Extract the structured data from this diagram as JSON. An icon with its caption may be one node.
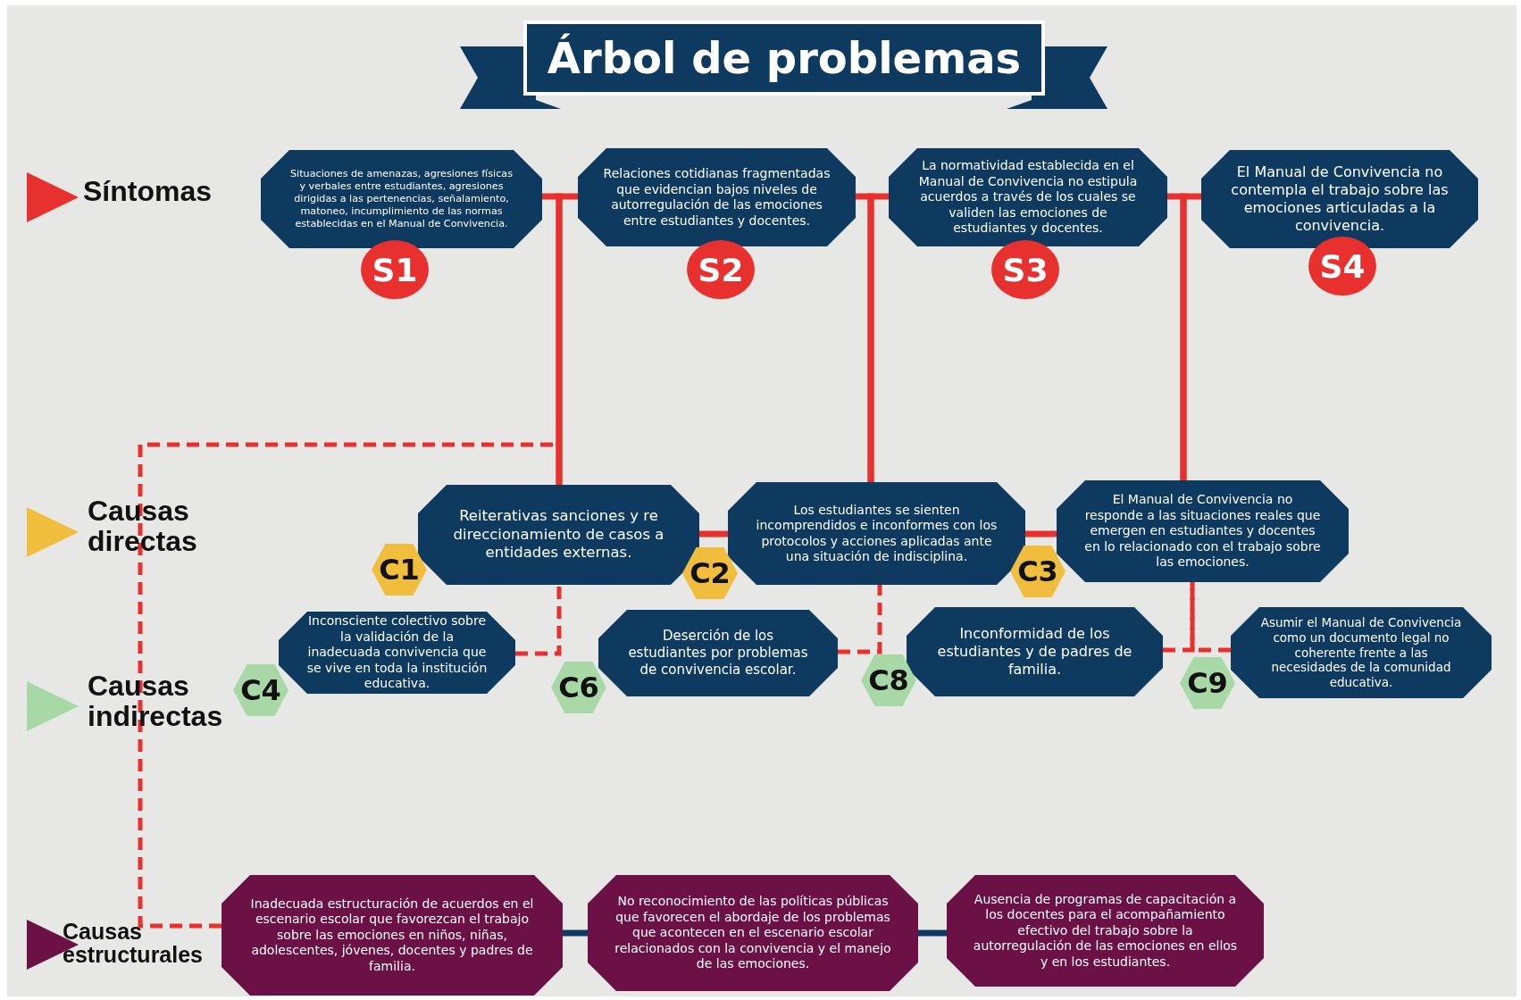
{
  "diagram": {
    "title": "Árbol de problemas",
    "nodes": [
      {
        "text": [
          "Situaciones de amenazas, agresiones físicas y verbales entre estudiantes, agresiones dirigidas a las pertenencias, señalamiento, matoneo, incumplimiento de las normas establecidas en el Manual de Convivencia."
        ],
        "beside": [
          "S1"
        ]
      },
      {
        "text": [
          "Relaciones cotidianas fragmentadas que evidencian bajos niveles de autorregulación de las emociones entre estudiantes y docentes."
        ],
        "beside": [
          "S2"
        ]
      },
      {
        "text": [
          "La normatividad establecida en el Manual de Convivencia no estipula acuerdos a través de los cuales se validen las emociones de estudiantes y docentes."
        ],
        "beside": [
          "S3"
        ]
      },
      {
        "text": [
          "El Manual de Convivencia no contempla el trabajo sobre las emociones articuladas a la convivencia."
        ],
        "beside": [
          "S4"
        ]
      },
      {
        "text": [
          "Reiterativas sanciones y re direccionamiento de casos a entidades externas."
        ],
        "beside": [
          "C1"
        ]
      },
      {
        "text": [
          "Los estudiantes se sienten incomprendidos e inconformes con los protocolos y acciones aplicadas ante una situación de indisciplina."
        ],
        "beside": [
          "C2"
        ]
      },
      {
        "text": [
          "El Manual de Convivencia no responde a las situaciones reales que emergen en estudiantes y docentes en lo relacionado con el trabajo sobre las emociones."
        ],
        "beside": [
          "C3"
        ]
      },
      {
        "text": [
          "Inconsciente colectivo sobre la validación de la inadecuada convivencia que se vive en toda la institución educativa."
        ],
        "beside": [
          "C4"
        ]
      },
      {
        "text": [
          "Deserción de los estudiantes por problemas de convivencia escolar."
        ],
        "beside": [
          "C6"
        ]
      },
      {
        "text": [
          "Inconformidad de los estudiantes y de padres de familia."
        ],
        "beside": [
          "C8"
        ]
      },
      {
        "text": [
          "Asumir el Manual de Convivencia como un documento legal no coherente frente a las necesidades de la comunidad educativa."
        ],
        "beside": [
          "C9"
        ]
      },
      {
        "text": [
          "Inadecuada estructuración de acuerdos en el escenario escolar que favorezcan el trabajo sobre las emociones en niños, niñas, adolescentes, jóvenes, docentes y padres de familia."
        ]
      },
      {
        "text": [
          "No reconocimiento de las políticas públicas que favorecen el abordaje de los problemas que acontecen en el escenario escolar relacionados con la convivencia y el manejo de las emociones."
        ]
      },
      {
        "text": [
          "Ausencia de programas de capacitación a los docentes para el acompañamiento efectivo del trabajo sobre la autorregulación de las emociones en ellos y en los estudiantes."
        ]
      }
    ],
    "edges": [
      {
        "from": 4,
        "to": 0,
        "arrow": "none"
      },
      {
        "from": 4,
        "to": 1,
        "arrow": "none"
      },
      {
        "from": 5,
        "to": 1,
        "arrow": "none"
      },
      {
        "from": 5,
        "to": 2,
        "arrow": "none"
      },
      {
        "from": 6,
        "to": 2,
        "arrow": "none"
      },
      {
        "from": 6,
        "to": 3,
        "arrow": "none"
      },
      {
        "from": 4,
        "to": 5,
        "arrow": "none"
      },
      {
        "from": 5,
        "to": 6,
        "arrow": "none"
      },
      {
        "from": 7,
        "to": 4,
        "arrow": "none",
        "style": "dashed"
      },
      {
        "from": 8,
        "to": 5,
        "arrow": "none",
        "style": "dashed"
      },
      {
        "from": 9,
        "to": 6,
        "arrow": "none",
        "style": "dashed"
      },
      {
        "from": 10,
        "to": 6,
        "arrow": "none",
        "style": "dashed"
      },
      {
        "from": 11,
        "to": 4,
        "arrow": "none",
        "style": "dashed"
      },
      {
        "from": 11,
        "to": 12,
        "arrow": "none",
        "color": "#0e3a5f"
      },
      {
        "from": 12,
        "to": 13,
        "arrow": "none",
        "color": "#0e3a5f"
      }
    ],
    "labels": [
      "Síntomas",
      "Causas directas",
      "Causas indirectas",
      "Causas estructurales"
    ]
  }
}
